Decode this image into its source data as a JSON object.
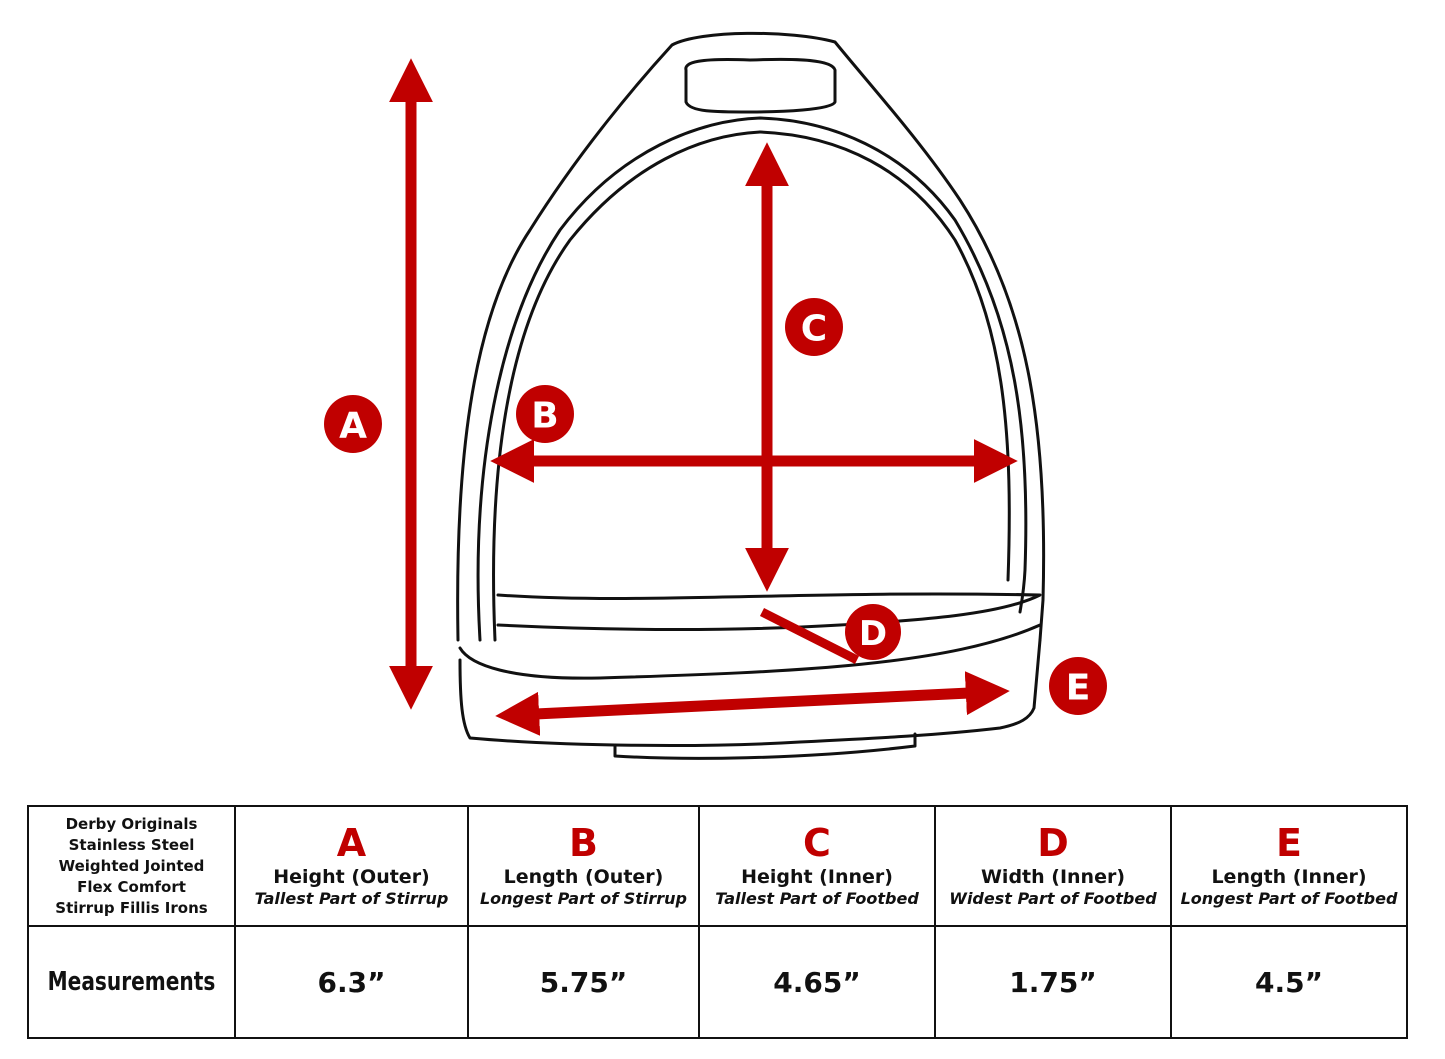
{
  "colors": {
    "accent": "#c00000",
    "ink": "#111111",
    "background": "#ffffff"
  },
  "badges": {
    "a": "A",
    "b": "B",
    "c": "C",
    "d": "D",
    "e": "E"
  },
  "table": {
    "product_lines": [
      "Derby Originals",
      "Stainless Steel",
      "Weighted Jointed",
      "Flex Comfort",
      "Stirrup Fillis Irons"
    ],
    "row_label": "Measurements",
    "columns": [
      {
        "letter": "A",
        "title": "Height (Outer)",
        "subtitle": "Tallest Part of Stirrup",
        "value": "6.3”"
      },
      {
        "letter": "B",
        "title": "Length (Outer)",
        "subtitle": "Longest Part of Stirrup",
        "value": "5.75”"
      },
      {
        "letter": "C",
        "title": "Height (Inner)",
        "subtitle": "Tallest Part of Footbed",
        "value": "4.65”"
      },
      {
        "letter": "D",
        "title": "Width (Inner)",
        "subtitle": "Widest Part of Footbed",
        "value": "1.75”"
      },
      {
        "letter": "E",
        "title": "Length (Inner)",
        "subtitle": "Longest Part of Footbed",
        "value": "4.5”"
      }
    ]
  }
}
